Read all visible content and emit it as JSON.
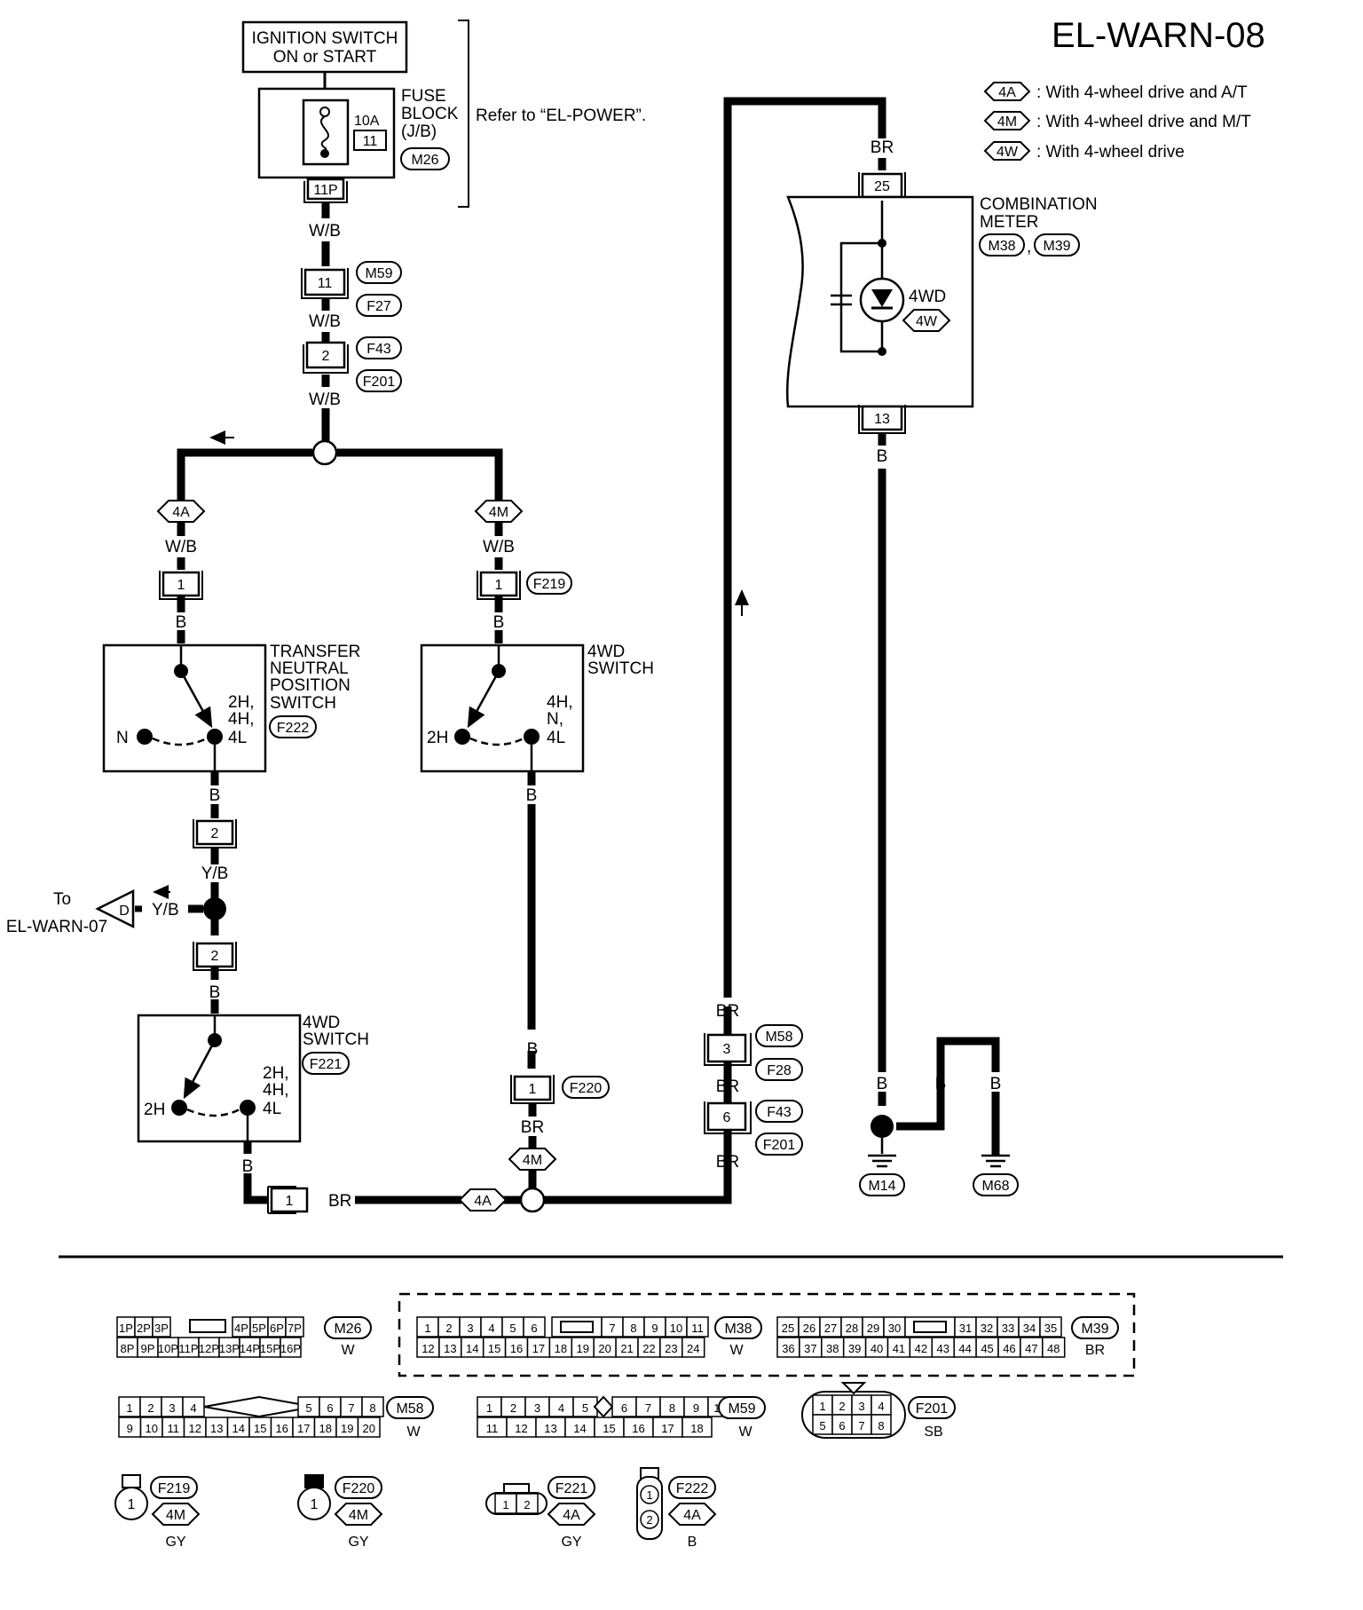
{
  "title": "EL-WARN-08",
  "legend": [
    {
      "tag": "4A",
      "text": ": With 4-wheel drive and A/T"
    },
    {
      "tag": "4M",
      "text": ": With 4-wheel drive and M/T"
    },
    {
      "tag": "4W",
      "text": ": With 4-wheel drive"
    }
  ],
  "ignition": {
    "line1": "IGNITION SWITCH",
    "line2": "ON or START"
  },
  "fuse_block": {
    "line1": "FUSE",
    "line2": "BLOCK",
    "line3": "(J/B)",
    "amps": "10A",
    "fuse_no": "11",
    "connector": "M26",
    "terminal": "11P",
    "refer": "Refer to “EL-POWER”."
  },
  "wires": {
    "wb": "W/B",
    "b": "B",
    "br": "BR",
    "yb": "Y/B"
  },
  "conn": {
    "m59": "M59",
    "f27": "F27",
    "f43": "F43",
    "f201": "F201",
    "f219": "F219",
    "f220": "F220",
    "f221": "F221",
    "f222": "F222",
    "m58": "M58",
    "f28": "F28",
    "m38": "M38",
    "m39": "M39",
    "m14": "M14",
    "m68": "M68",
    "m26": "M26"
  },
  "pins": {
    "p11": "11",
    "p2": "2",
    "p1": "1",
    "p25": "25",
    "p13": "13",
    "p3": "3",
    "p6": "6"
  },
  "tags": {
    "t4a": "4A",
    "t4m": "4M",
    "t4w": "4W"
  },
  "tnps": {
    "l1": "TRANSFER",
    "l2": "NEUTRAL",
    "l3": "POSITION",
    "l4": "SWITCH",
    "n": "N",
    "pos1": "2H,",
    "pos2": "4H,",
    "pos3": "4L"
  },
  "sw_f219": {
    "l1": "4WD",
    "l2": "SWITCH",
    "pos0": "2H",
    "pos1": "4H,",
    "pos2": "N,",
    "pos3": "4L"
  },
  "sw_f221": {
    "l1": "4WD",
    "l2": "SWITCH",
    "pos0": "2H",
    "pos1": "2H,",
    "pos2": "4H,",
    "pos3": "4L"
  },
  "meter": {
    "l1": "COMBINATION",
    "l2": "METER",
    "lamp": "4WD",
    "comma": ","
  },
  "to_ref": {
    "l1": "To",
    "l2": "EL-WARN-07",
    "letter": "D"
  },
  "connector_views": {
    "m26": {
      "top": [
        "1P",
        "2P",
        "3P",
        "4P",
        "5P",
        "6P",
        "7P"
      ],
      "bottom": [
        "8P",
        "9P",
        "10P",
        "11P",
        "12P",
        "13P",
        "14P",
        "15P",
        "16P"
      ],
      "color": "W"
    },
    "m38": {
      "top": [
        "1",
        "2",
        "3",
        "4",
        "5",
        "6",
        "7",
        "8",
        "9",
        "10",
        "11"
      ],
      "bottom": [
        "12",
        "13",
        "14",
        "15",
        "16",
        "17",
        "18",
        "19",
        "20",
        "21",
        "22",
        "23",
        "24"
      ],
      "color": "W"
    },
    "m39": {
      "top": [
        "25",
        "26",
        "27",
        "28",
        "29",
        "30",
        "31",
        "32",
        "33",
        "34",
        "35"
      ],
      "bottom": [
        "36",
        "37",
        "38",
        "39",
        "40",
        "41",
        "42",
        "43",
        "44",
        "45",
        "46",
        "47",
        "48"
      ],
      "color": "BR"
    },
    "m58": {
      "top": [
        "1",
        "2",
        "3",
        "4",
        "5",
        "6",
        "7",
        "8"
      ],
      "bottom": [
        "9",
        "10",
        "11",
        "12",
        "13",
        "14",
        "15",
        "16",
        "17",
        "18",
        "19",
        "20"
      ],
      "color": "W"
    },
    "m59": {
      "top": [
        "1",
        "2",
        "3",
        "4",
        "5",
        "6",
        "7",
        "8",
        "9",
        "10"
      ],
      "bottom": [
        "11",
        "12",
        "13",
        "14",
        "15",
        "16",
        "17",
        "18"
      ],
      "color": "W"
    },
    "f201": {
      "top": [
        "1",
        "2",
        "3",
        "4"
      ],
      "bottom": [
        "5",
        "6",
        "7",
        "8"
      ],
      "color": "SB"
    },
    "f219": {
      "pin": "1",
      "tag": "4M",
      "color": "GY"
    },
    "f220": {
      "pin": "1",
      "tag": "4M",
      "color": "GY"
    },
    "f221": {
      "pins": [
        "1",
        "2"
      ],
      "tag": "4A",
      "color": "GY"
    },
    "f222": {
      "pins": [
        "1",
        "2"
      ],
      "tag": "4A",
      "color": "B"
    }
  }
}
